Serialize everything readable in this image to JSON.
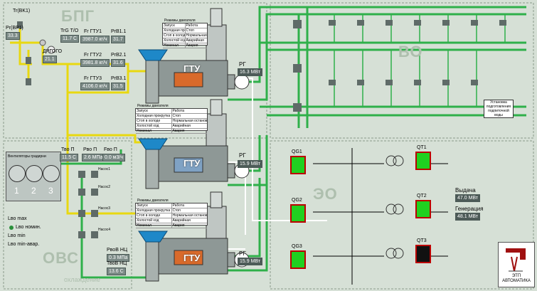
{
  "zones": {
    "bpg": "БПГ",
    "vo": "ВО",
    "eo": "ЭО",
    "ovs": "ОВС",
    "cooling": "охлаждение"
  },
  "gas": {
    "tr_vk1_label": "Tr(BK1)",
    "pr_vp1_label": "Pr(BP1)",
    "pr_vp1_value": "33.3",
    "trg_tg_label": "TrG T/O",
    "trg_tg_value": "11.7 C",
    "drgogo_label": "ДРГОГО",
    "drgogo_value": "21.1",
    "units": [
      {
        "fr_label": "Fr ГТУ1",
        "fr_value": "3987.0 кг/ч",
        "pr_label": "PrВ1.1",
        "pr_value": "31.7"
      },
      {
        "fr_label": "Fr ГТУ2",
        "fr_value": "3981.8 кг/ч",
        "pr_label": "PrВ2.1",
        "pr_value": "31.6"
      },
      {
        "fr_label": "Fr ГТУ3",
        "fr_value": "4106.0 кг/ч",
        "pr_label": "PrВ3.1",
        "pr_value": "31.5"
      }
    ]
  },
  "gtu": [
    {
      "label": "ГТУ",
      "rg_label": "РГ",
      "rg_value": "16.3 МВт",
      "panel_title": "Режимы двигателя",
      "rows": [
        [
          "Запуск",
          "Работа"
        ],
        [
          "Холодная прокрутка",
          "Стоп"
        ],
        [
          "Стоп в холоде",
          "Нормальная остановка"
        ],
        [
          "Холостой ход",
          "Аварийная"
        ],
        [
          "Номинал",
          "Авария"
        ]
      ]
    },
    {
      "label": "ГТУ",
      "rg_label": "РГ",
      "rg_value": "15.9 МВт",
      "panel_title": "Режимы двигателя",
      "rows": [
        [
          "Запуск",
          "Работа"
        ],
        [
          "Холодная прокрутка",
          "Стоп"
        ],
        [
          "Стоп в холоде",
          "Нормальная остановка"
        ],
        [
          "Холостой ход",
          "Аварийная"
        ],
        [
          "Номинал",
          "Авария"
        ]
      ]
    },
    {
      "label": "ГТУ",
      "rg_label": "РГ",
      "rg_value": "15.9 МВт",
      "panel_title": "Режимы двигателя",
      "rows": [
        [
          "Запуск",
          "Работа"
        ],
        [
          "Холодная прокрутка",
          "Стоп"
        ],
        [
          "Стоп в холоде",
          "Нормальная остановка"
        ],
        [
          "Холостой ход",
          "Аварийная"
        ],
        [
          "Номинал",
          "Авария"
        ]
      ]
    }
  ],
  "water": {
    "tvo_label": "Тво П",
    "tvo_value": "11.5 C",
    "rvo_label": "Рво П",
    "rvo_value": "2.6 МПа",
    "fvo_label": "Fво П",
    "fvo_value": "0.0 м3/ч",
    "fan_title": "Вентиляторы градирни",
    "fan_numbers": [
      "1",
      "2",
      "3"
    ],
    "pumps": [
      "Насос1",
      "Насос2",
      "Насос3",
      "Насос4"
    ],
    "rvo_nc_label": "РвоВ НЦ",
    "rvo_nc_value": "0.3 МПа",
    "tvo_nc_label": "ТвоВ НЦ",
    "tvo_nc_value": "13.6 C",
    "levels": [
      "Lво max",
      "Lво номин.",
      "Lво min",
      "Lво min-авар."
    ]
  },
  "treatment_box": "Установка подготовления подпиточной воды",
  "electric": {
    "qg": [
      "QG1",
      "QG2",
      "QG3"
    ],
    "qt": [
      "QT1",
      "QT2",
      "QT3"
    ],
    "qg_state": [
      "green",
      "green",
      "green"
    ],
    "qt_state": [
      "green",
      "green",
      "black"
    ],
    "output_label": "Выдача",
    "output_value": "47.0 МВт",
    "gen_label": "Генерация",
    "gen_value": "48.1 МВт"
  },
  "logo_text": "ЭТП АВТОМАТИКА",
  "colors": {
    "background": "#d6e0d6",
    "gas_pipe": "#e8d810",
    "water_pipe": "#2fb04a",
    "air_pipe": "#ffffff",
    "zone_text": "#aebfae",
    "breaker_on": "#20d020",
    "breaker_border": "#b00000"
  }
}
